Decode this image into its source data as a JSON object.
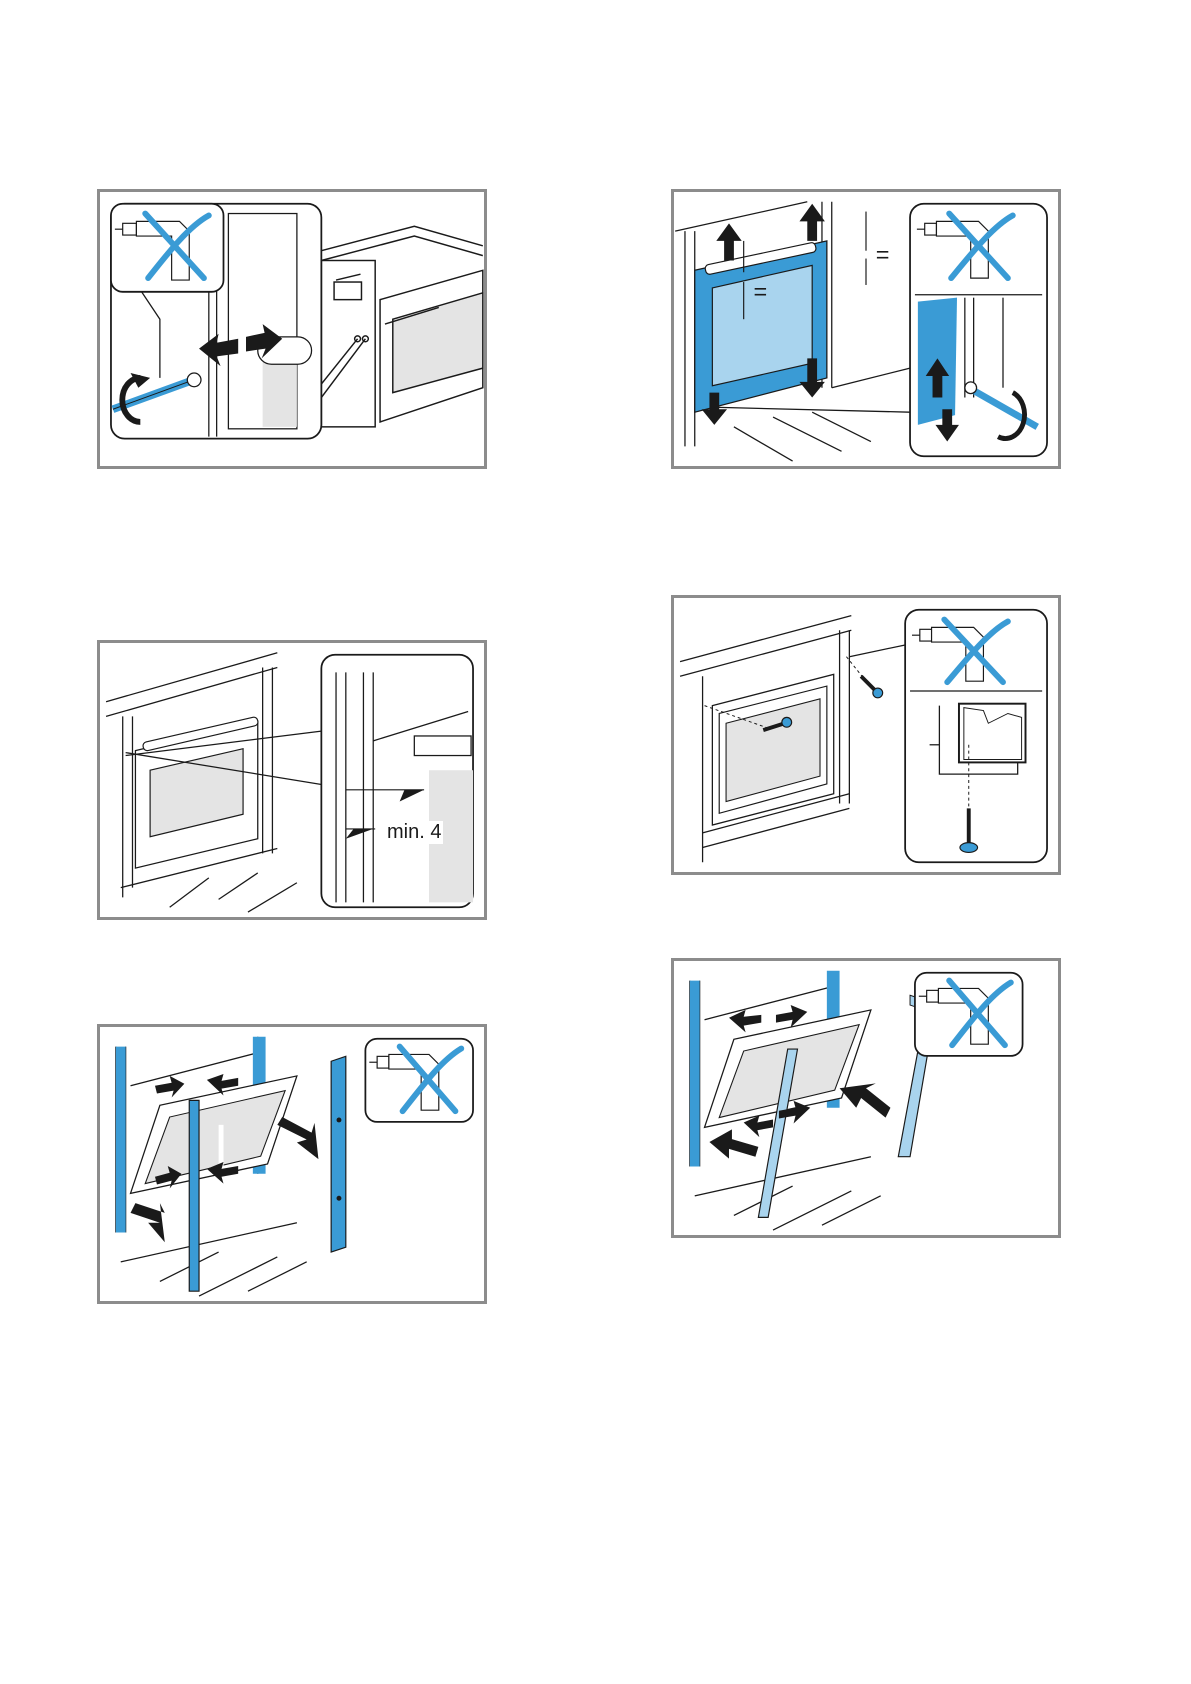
{
  "page": {
    "figures": [
      {
        "id": "fig-1",
        "description_icon": "no-drill-icon"
      },
      {
        "id": "fig-2",
        "description_icon": "no-drill-icon"
      },
      {
        "id": "fig-3",
        "dimension_label": "min. 4"
      },
      {
        "id": "fig-4",
        "description_icon": "no-drill-icon"
      },
      {
        "id": "fig-5",
        "description_icon": "no-drill-icon"
      },
      {
        "id": "fig-6",
        "description_icon": "no-drill-icon"
      }
    ],
    "equals_sign": "=",
    "colors": {
      "accent_blue": "#3a9bd5",
      "light_blue": "#a9d4ee",
      "frame_gray": "#8c8c8c",
      "line": "#1a1a1a",
      "fill_gray": "#e4e4e4"
    }
  }
}
